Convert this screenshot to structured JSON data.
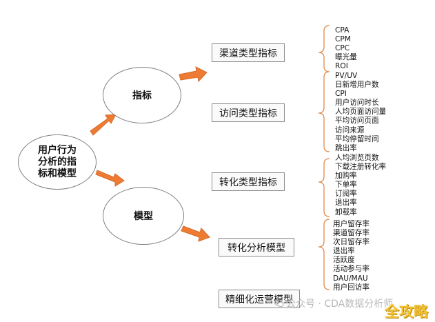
{
  "root": {
    "lines": [
      "用户行为",
      "分析的指",
      "标和模型"
    ]
  },
  "branches": {
    "metrics": "指标",
    "models": "模型"
  },
  "categories": {
    "channel": "渠道类型指标",
    "visit": "访问类型指标",
    "conversion": "转化类型指标",
    "conversion_model": "转化分析模型",
    "refined_model": "精细化运营模型"
  },
  "lists": {
    "channel": [
      "CPA",
      "CPM",
      "CPC",
      "曝光量",
      "ROI"
    ],
    "visit": [
      "PV/UV",
      "日新增用户数",
      "CPI",
      "用户访问时长",
      "人均页面访问量",
      "平均访问页面",
      "访问来源",
      "平均停留时间",
      "跳出率"
    ],
    "conversion": [
      "人均浏览页数",
      "下载注册转化率",
      "加购率",
      "下单率",
      "订阅率",
      "退出率",
      "卸载率"
    ],
    "conversion_model": [
      "用户留存率",
      "渠道留存率",
      "次日留存率",
      "退出率",
      "活跃度",
      "活动参与率",
      "DAU/MAU",
      "用户回访率"
    ]
  },
  "watermark": "公众号 · CDA数据分析师",
  "brand": "全攻略",
  "colors": {
    "arrow": "#ee7b33",
    "arrow_stroke": "#d76a28",
    "brace": "#e08a4a",
    "border": "#8a8a8a"
  }
}
